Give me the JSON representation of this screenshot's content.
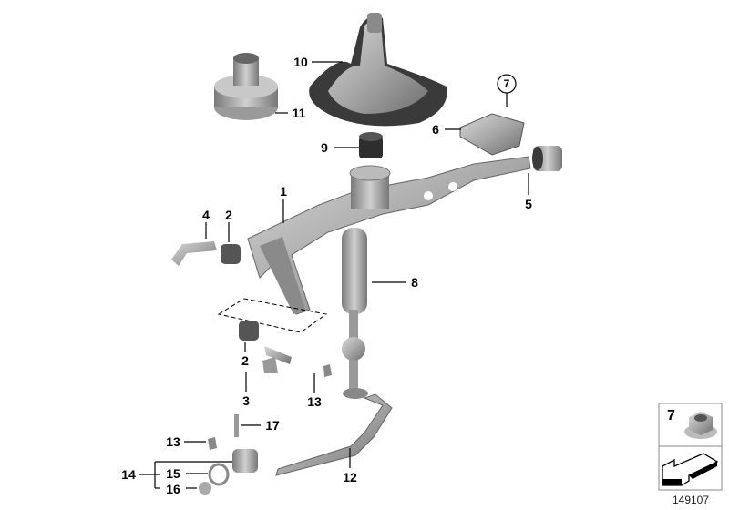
{
  "diagram_id": "149107",
  "callouts": [
    {
      "id": "c10",
      "text": "10"
    },
    {
      "id": "c11",
      "text": "11"
    },
    {
      "id": "c7",
      "text": "7"
    },
    {
      "id": "c6",
      "text": "6"
    },
    {
      "id": "c9",
      "text": "9"
    },
    {
      "id": "c5",
      "text": "5"
    },
    {
      "id": "c1",
      "text": "1"
    },
    {
      "id": "c4",
      "text": "4"
    },
    {
      "id": "c2a",
      "text": "2"
    },
    {
      "id": "c8",
      "text": "8"
    },
    {
      "id": "c2b",
      "text": "2"
    },
    {
      "id": "c3",
      "text": "3"
    },
    {
      "id": "c13a",
      "text": "13"
    },
    {
      "id": "c13b",
      "text": "13"
    },
    {
      "id": "c17",
      "text": "17"
    },
    {
      "id": "c14",
      "text": "14"
    },
    {
      "id": "c15",
      "text": "15"
    },
    {
      "id": "c16",
      "text": "16"
    },
    {
      "id": "c12",
      "text": "12"
    }
  ],
  "legend": {
    "part_number": "7",
    "icon": "hex-flange-nut-icon",
    "arrow_icon": "direction-arrow-icon"
  }
}
